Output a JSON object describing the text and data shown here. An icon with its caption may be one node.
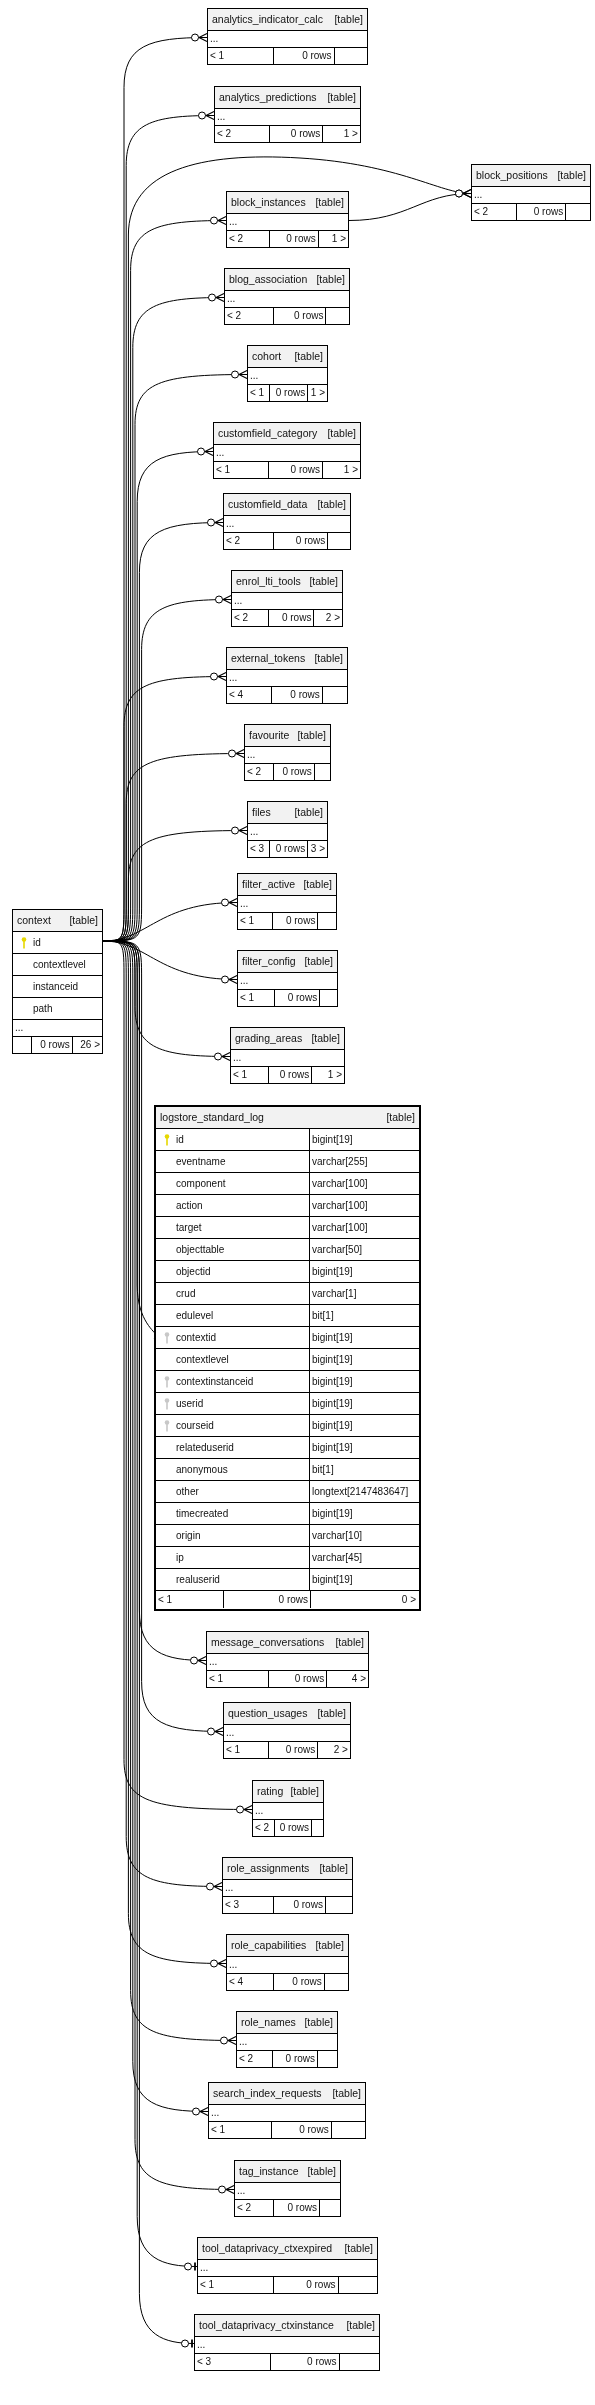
{
  "diagram": {
    "nodes": [
      {
        "text": [
          "context",
          "[table]",
          "id",
          "contextlevel",
          "instanceid",
          "path",
          "...",
          "0 rows",
          "26 >"
        ]
      },
      {
        "text": [
          "analytics_indicator_calc",
          "[table]",
          "...",
          "< 1",
          "0 rows"
        ]
      },
      {
        "text": [
          "analytics_predictions",
          "[table]",
          "...",
          "< 2",
          "0 rows",
          "1 >"
        ]
      },
      {
        "text": [
          "block_positions",
          "[table]",
          "...",
          "< 2",
          "0 rows"
        ]
      },
      {
        "text": [
          "block_instances",
          "[table]",
          "...",
          "< 2",
          "0 rows",
          "1 >"
        ]
      },
      {
        "text": [
          "blog_association",
          "[table]",
          "...",
          "< 2",
          "0 rows"
        ]
      },
      {
        "text": [
          "cohort",
          "[table]",
          "...",
          "< 1",
          "0 rows",
          "1 >"
        ]
      },
      {
        "text": [
          "customfield_category",
          "[table]",
          "...",
          "< 1",
          "0 rows",
          "1 >"
        ]
      },
      {
        "text": [
          "customfield_data",
          "[table]",
          "...",
          "< 2",
          "0 rows"
        ]
      },
      {
        "text": [
          "enrol_lti_tools",
          "[table]",
          "...",
          "< 2",
          "0 rows",
          "2 >"
        ]
      },
      {
        "text": [
          "external_tokens",
          "[table]",
          "...",
          "< 4",
          "0 rows"
        ]
      },
      {
        "text": [
          "favourite",
          "[table]",
          "...",
          "< 2",
          "0 rows"
        ]
      },
      {
        "text": [
          "files",
          "[table]",
          "...",
          "< 3",
          "0 rows",
          "3 >"
        ]
      },
      {
        "text": [
          "filter_active",
          "[table]",
          "...",
          "< 1",
          "0 rows"
        ]
      },
      {
        "text": [
          "filter_config",
          "[table]",
          "...",
          "< 1",
          "0 rows"
        ]
      },
      {
        "text": [
          "grading_areas",
          "[table]",
          "...",
          "< 1",
          "0 rows",
          "1 >"
        ]
      },
      {
        "text": [
          "logstore_standard_log",
          "[table]",
          "id",
          "bigint[19]",
          "eventname",
          "varchar[255]",
          "component",
          "varchar[100]",
          "action",
          "varchar[100]",
          "target",
          "varchar[100]",
          "objecttable",
          "varchar[50]",
          "objectid",
          "bigint[19]",
          "crud",
          "varchar[1]",
          "edulevel",
          "bit[1]",
          "contextid",
          "bigint[19]",
          "contextlevel",
          "bigint[19]",
          "contextinstanceid",
          "bigint[19]",
          "userid",
          "bigint[19]",
          "courseid",
          "bigint[19]",
          "relateduserid",
          "bigint[19]",
          "anonymous",
          "bit[1]",
          "other",
          "longtext[2147483647]",
          "timecreated",
          "bigint[19]",
          "origin",
          "varchar[10]",
          "ip",
          "varchar[45]",
          "realuserid",
          "bigint[19]",
          "< 1",
          "0 rows",
          "0 >"
        ]
      },
      {
        "text": [
          "message_conversations",
          "[table]",
          "...",
          "< 1",
          "0 rows",
          "4 >"
        ]
      },
      {
        "text": [
          "question_usages",
          "[table]",
          "...",
          "< 1",
          "0 rows",
          "2 >"
        ]
      },
      {
        "text": [
          "rating",
          "[table]",
          "...",
          "< 2",
          "0 rows"
        ]
      },
      {
        "text": [
          "role_assignments",
          "[table]",
          "...",
          "< 3",
          "0 rows"
        ]
      },
      {
        "text": [
          "role_capabilities",
          "[table]",
          "...",
          "< 4",
          "0 rows"
        ]
      },
      {
        "text": [
          "role_names",
          "[table]",
          "...",
          "< 2",
          "0 rows"
        ]
      },
      {
        "text": [
          "search_index_requests",
          "[table]",
          "...",
          "< 1",
          "0 rows"
        ]
      },
      {
        "text": [
          "tag_instance",
          "[table]",
          "...",
          "< 2",
          "0 rows"
        ]
      },
      {
        "text": [
          "tool_dataprivacy_ctxexpired",
          "[table]",
          "...",
          "< 1",
          "0 rows"
        ]
      },
      {
        "text": [
          "tool_dataprivacy_ctxinstance",
          "[table]",
          "...",
          "< 3",
          "0 rows"
        ]
      }
    ],
    "edges": [
      {
        "from": 0,
        "to": 1,
        "arrow": "other"
      },
      {
        "from": 0,
        "to": 2,
        "arrow": "other"
      },
      {
        "from": 0,
        "to": 3,
        "arrow": "other"
      },
      {
        "from": 0,
        "to": 4,
        "arrow": "other"
      },
      {
        "from": 0,
        "to": 5,
        "arrow": "other"
      },
      {
        "from": 0,
        "to": 6,
        "arrow": "other"
      },
      {
        "from": 0,
        "to": 7,
        "arrow": "other"
      },
      {
        "from": 0,
        "to": 8,
        "arrow": "other"
      },
      {
        "from": 0,
        "to": 9,
        "arrow": "other"
      },
      {
        "from": 0,
        "to": 10,
        "arrow": "other"
      },
      {
        "from": 0,
        "to": 11,
        "arrow": "other"
      },
      {
        "from": 0,
        "to": 12,
        "arrow": "other"
      },
      {
        "from": 0,
        "to": 13,
        "arrow": "other"
      },
      {
        "from": 0,
        "to": 14,
        "arrow": "other"
      },
      {
        "from": 0,
        "to": 15,
        "arrow": "other"
      },
      {
        "from": 0,
        "to": 16,
        "arrow": "other"
      },
      {
        "from": 0,
        "to": 17,
        "arrow": "other"
      },
      {
        "from": 0,
        "to": 18,
        "arrow": "other"
      },
      {
        "from": 0,
        "to": 19,
        "arrow": "other"
      },
      {
        "from": 0,
        "to": 20,
        "arrow": "other"
      },
      {
        "from": 0,
        "to": 21,
        "arrow": "other"
      },
      {
        "from": 0,
        "to": 22,
        "arrow": "other"
      },
      {
        "from": 0,
        "to": 23,
        "arrow": "other"
      },
      {
        "from": 0,
        "to": 24,
        "arrow": "other"
      },
      {
        "from": 0,
        "to": 25,
        "arrow": "other"
      },
      {
        "from": 0,
        "to": 26,
        "arrow": "other"
      },
      {
        "from": 4,
        "to": 3,
        "arrow": "other"
      }
    ]
  }
}
